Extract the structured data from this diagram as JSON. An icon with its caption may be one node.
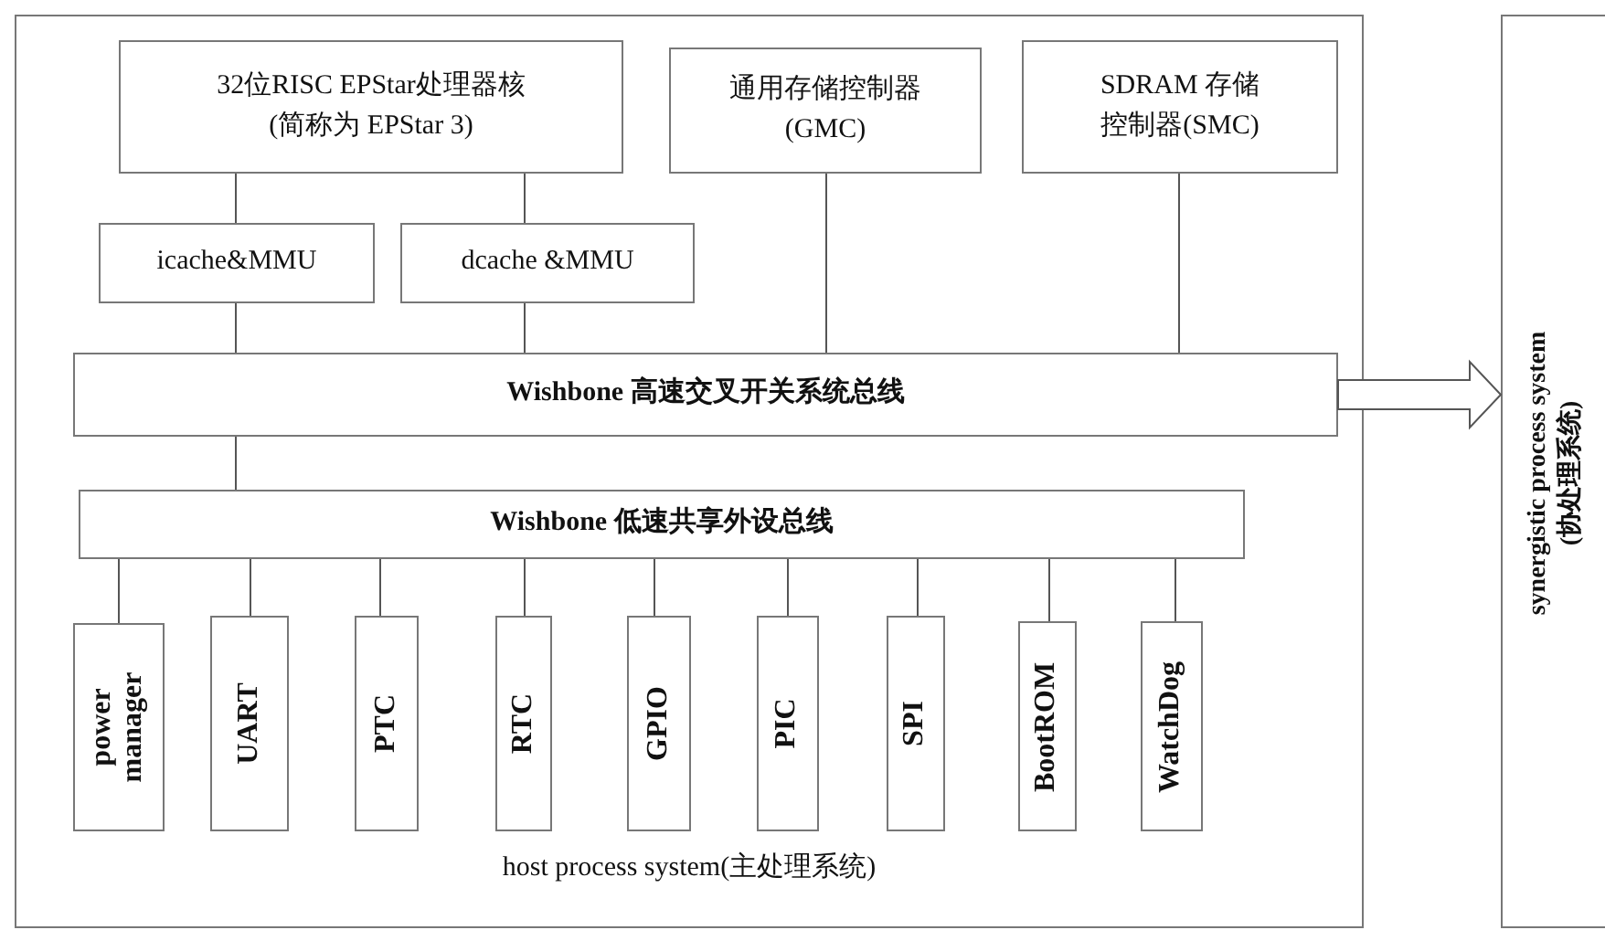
{
  "diagram": {
    "nodes": [
      {
        "text": [
          "host process system(主处理系统)"
        ]
      },
      {
        "text": [
          "32位RISC EPStar处理器核 (简称为 EPStar 3)"
        ],
        "in": 0
      },
      {
        "text": [
          "通用存储控制器 (GMC)"
        ],
        "in": 0
      },
      {
        "text": [
          "SDRAM 存储控制器(SMC)"
        ],
        "in": 0
      },
      {
        "text": [
          "icache&MMU"
        ],
        "in": 0
      },
      {
        "text": [
          "dcache &MMU"
        ],
        "in": 0
      },
      {
        "text": [
          "Wishbone 高速交叉开关系统总线"
        ],
        "in": 0
      },
      {
        "text": [
          "Wishbone 低速共享外设总线"
        ],
        "in": 0
      },
      {
        "text": [
          "power manager"
        ],
        "in": 0
      },
      {
        "text": [
          "UART"
        ],
        "in": 0
      },
      {
        "text": [
          "PTC"
        ],
        "in": 0
      },
      {
        "text": [
          "RTC"
        ],
        "in": 0
      },
      {
        "text": [
          "GPIO"
        ],
        "in": 0
      },
      {
        "text": [
          "PIC"
        ],
        "in": 0
      },
      {
        "text": [
          "SPI"
        ],
        "in": 0
      },
      {
        "text": [
          "BootROM"
        ],
        "in": 0
      },
      {
        "text": [
          "WatchDog"
        ],
        "in": 0
      },
      {
        "text": [
          "synergistic process system (协处理系统)"
        ]
      }
    ],
    "edges": [
      {
        "from": 1,
        "to": 4,
        "arrow": "none"
      },
      {
        "from": 1,
        "to": 5,
        "arrow": "none"
      },
      {
        "from": 4,
        "to": 6,
        "arrow": "none"
      },
      {
        "from": 5,
        "to": 6,
        "arrow": "none"
      },
      {
        "from": 2,
        "to": 6,
        "arrow": "none"
      },
      {
        "from": 3,
        "to": 6,
        "arrow": "none"
      },
      {
        "from": 6,
        "to": 7,
        "arrow": "none"
      },
      {
        "from": 7,
        "to": 8,
        "arrow": "none"
      },
      {
        "from": 7,
        "to": 9,
        "arrow": "none"
      },
      {
        "from": 7,
        "to": 10,
        "arrow": "none"
      },
      {
        "from": 7,
        "to": 11,
        "arrow": "none"
      },
      {
        "from": 7,
        "to": 12,
        "arrow": "none"
      },
      {
        "from": 7,
        "to": 13,
        "arrow": "none"
      },
      {
        "from": 7,
        "to": 14,
        "arrow": "none"
      },
      {
        "from": 7,
        "to": 15,
        "arrow": "none"
      },
      {
        "from": 7,
        "to": 16,
        "arrow": "none"
      },
      {
        "from": 6,
        "to": 17,
        "arrow": "to",
        "style": "thick"
      }
    ]
  }
}
